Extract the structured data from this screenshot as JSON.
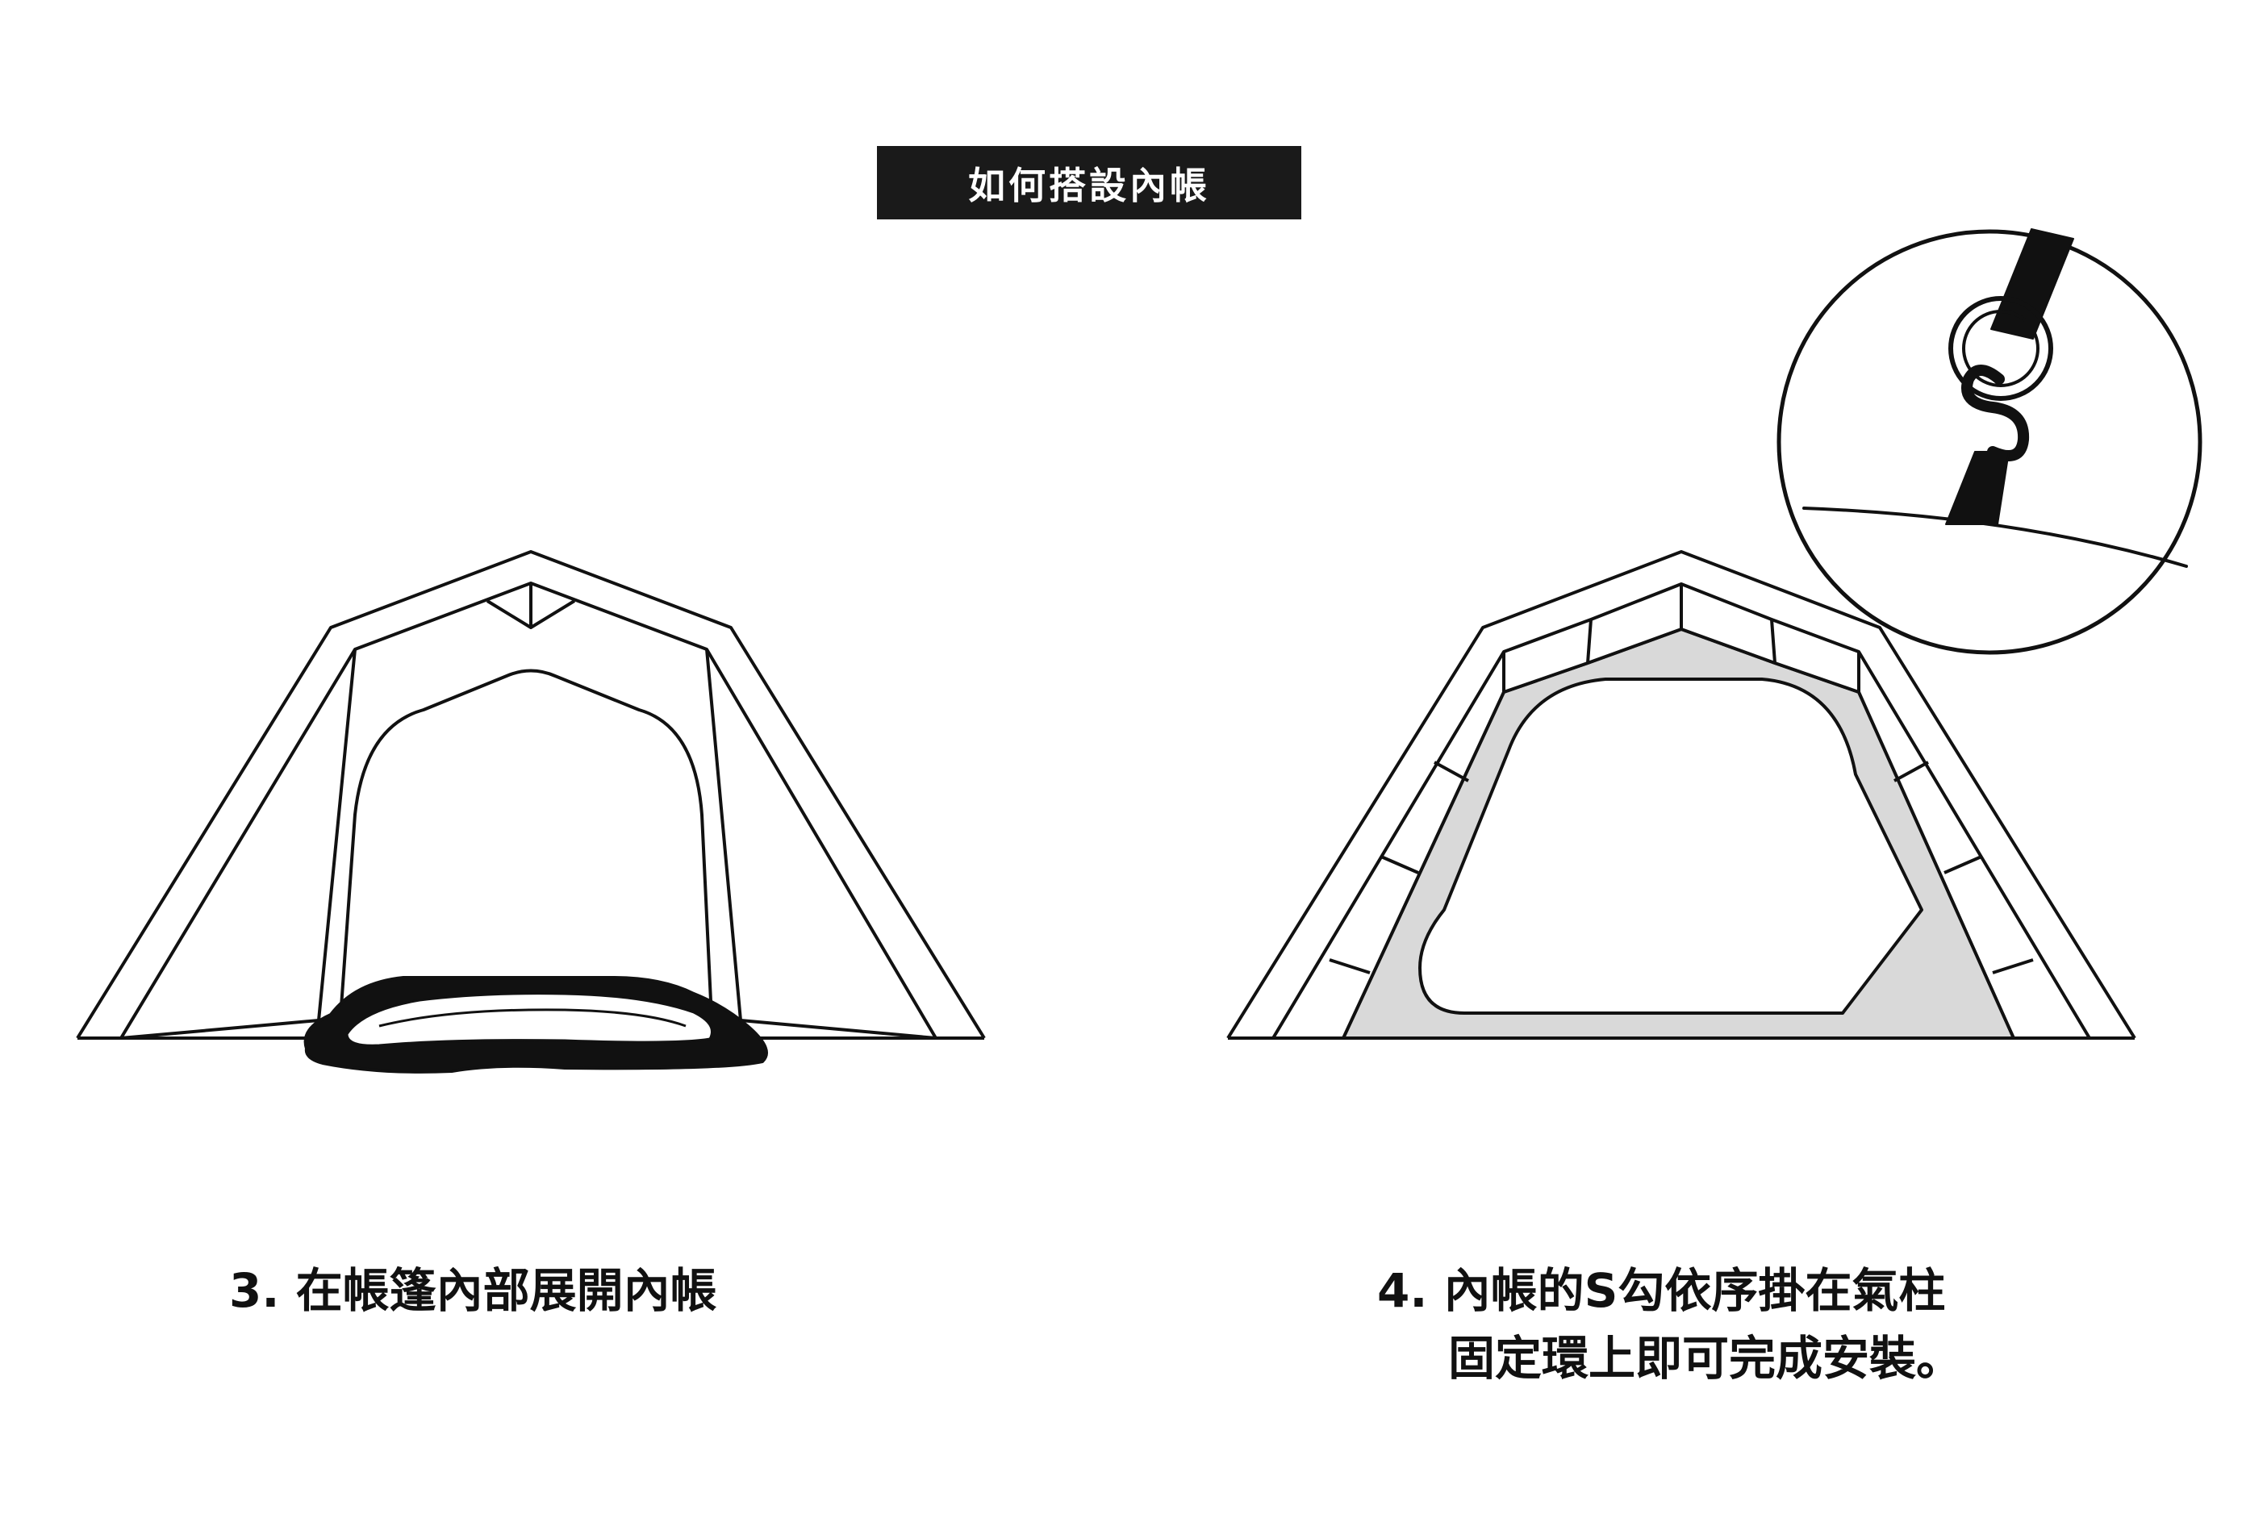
{
  "title": "如何搭設內帳",
  "steps": [
    {
      "caption": "3. 在帳篷內部展開內帳"
    },
    {
      "caption_line1": "4. 內帳的S勾依序掛在氣柱",
      "caption_line2": "固定環上即可完成安裝。"
    }
  ],
  "colors": {
    "ink": "#111111",
    "title_background": "#1a1a1a",
    "title_text": "#ffffff",
    "inner_tent_fill": "#d9d9d9",
    "background": "#ffffff"
  }
}
